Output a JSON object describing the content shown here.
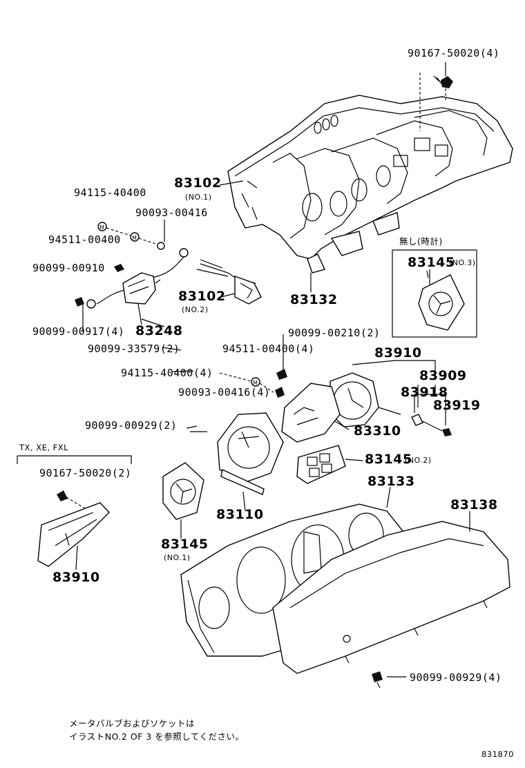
{
  "labels": {
    "l90167_top": "90167-50020(4)",
    "l94115_a": "94115-40400",
    "l83102_a": "83102",
    "l_no1_a": "(NO.1)",
    "l90093_a": "90093-00416",
    "l94511_a": "94511-00400",
    "l90099_910": "90099-00910",
    "l83102_b": "83102",
    "l_no2_b": "(NO.2)",
    "l83132": "83132",
    "l90099_917": "90099-00917(4)",
    "l83248": "83248",
    "l_nashi": "無し(時計)",
    "l83145_a": "83145",
    "l_no3": "(NO.3)",
    "l90099_335": "90099-33579(2)",
    "l90099_210": "90099-00210(2)",
    "l94511_b": "94511-00400(4)",
    "l83910_a": "83910",
    "l94115_b": "94115-40400(4)",
    "l83909": "83909",
    "l90093_b": "90093-00416(4)",
    "l83918": "83918",
    "l83919": "83919",
    "l90099_929a": "90099-00929(2)",
    "l83310": "83310",
    "l_tx": "TX, XE, FXL",
    "l90167_b": "90167-50020(2)",
    "l83145_b": "83145",
    "l_no2_c": "(NO.2)",
    "l83133": "83133",
    "l83138": "83138",
    "l83110": "83110",
    "l83910_b": "83910",
    "l83145_c": "83145",
    "l_no1_c": "(NO.1)",
    "l90099_929b": "90099-00929(4)",
    "note_line1": "メータバルブおよびソケットは",
    "note_line2": "イラストNO.2 OF 3 を参照してください。",
    "diagram_code": "831870"
  }
}
